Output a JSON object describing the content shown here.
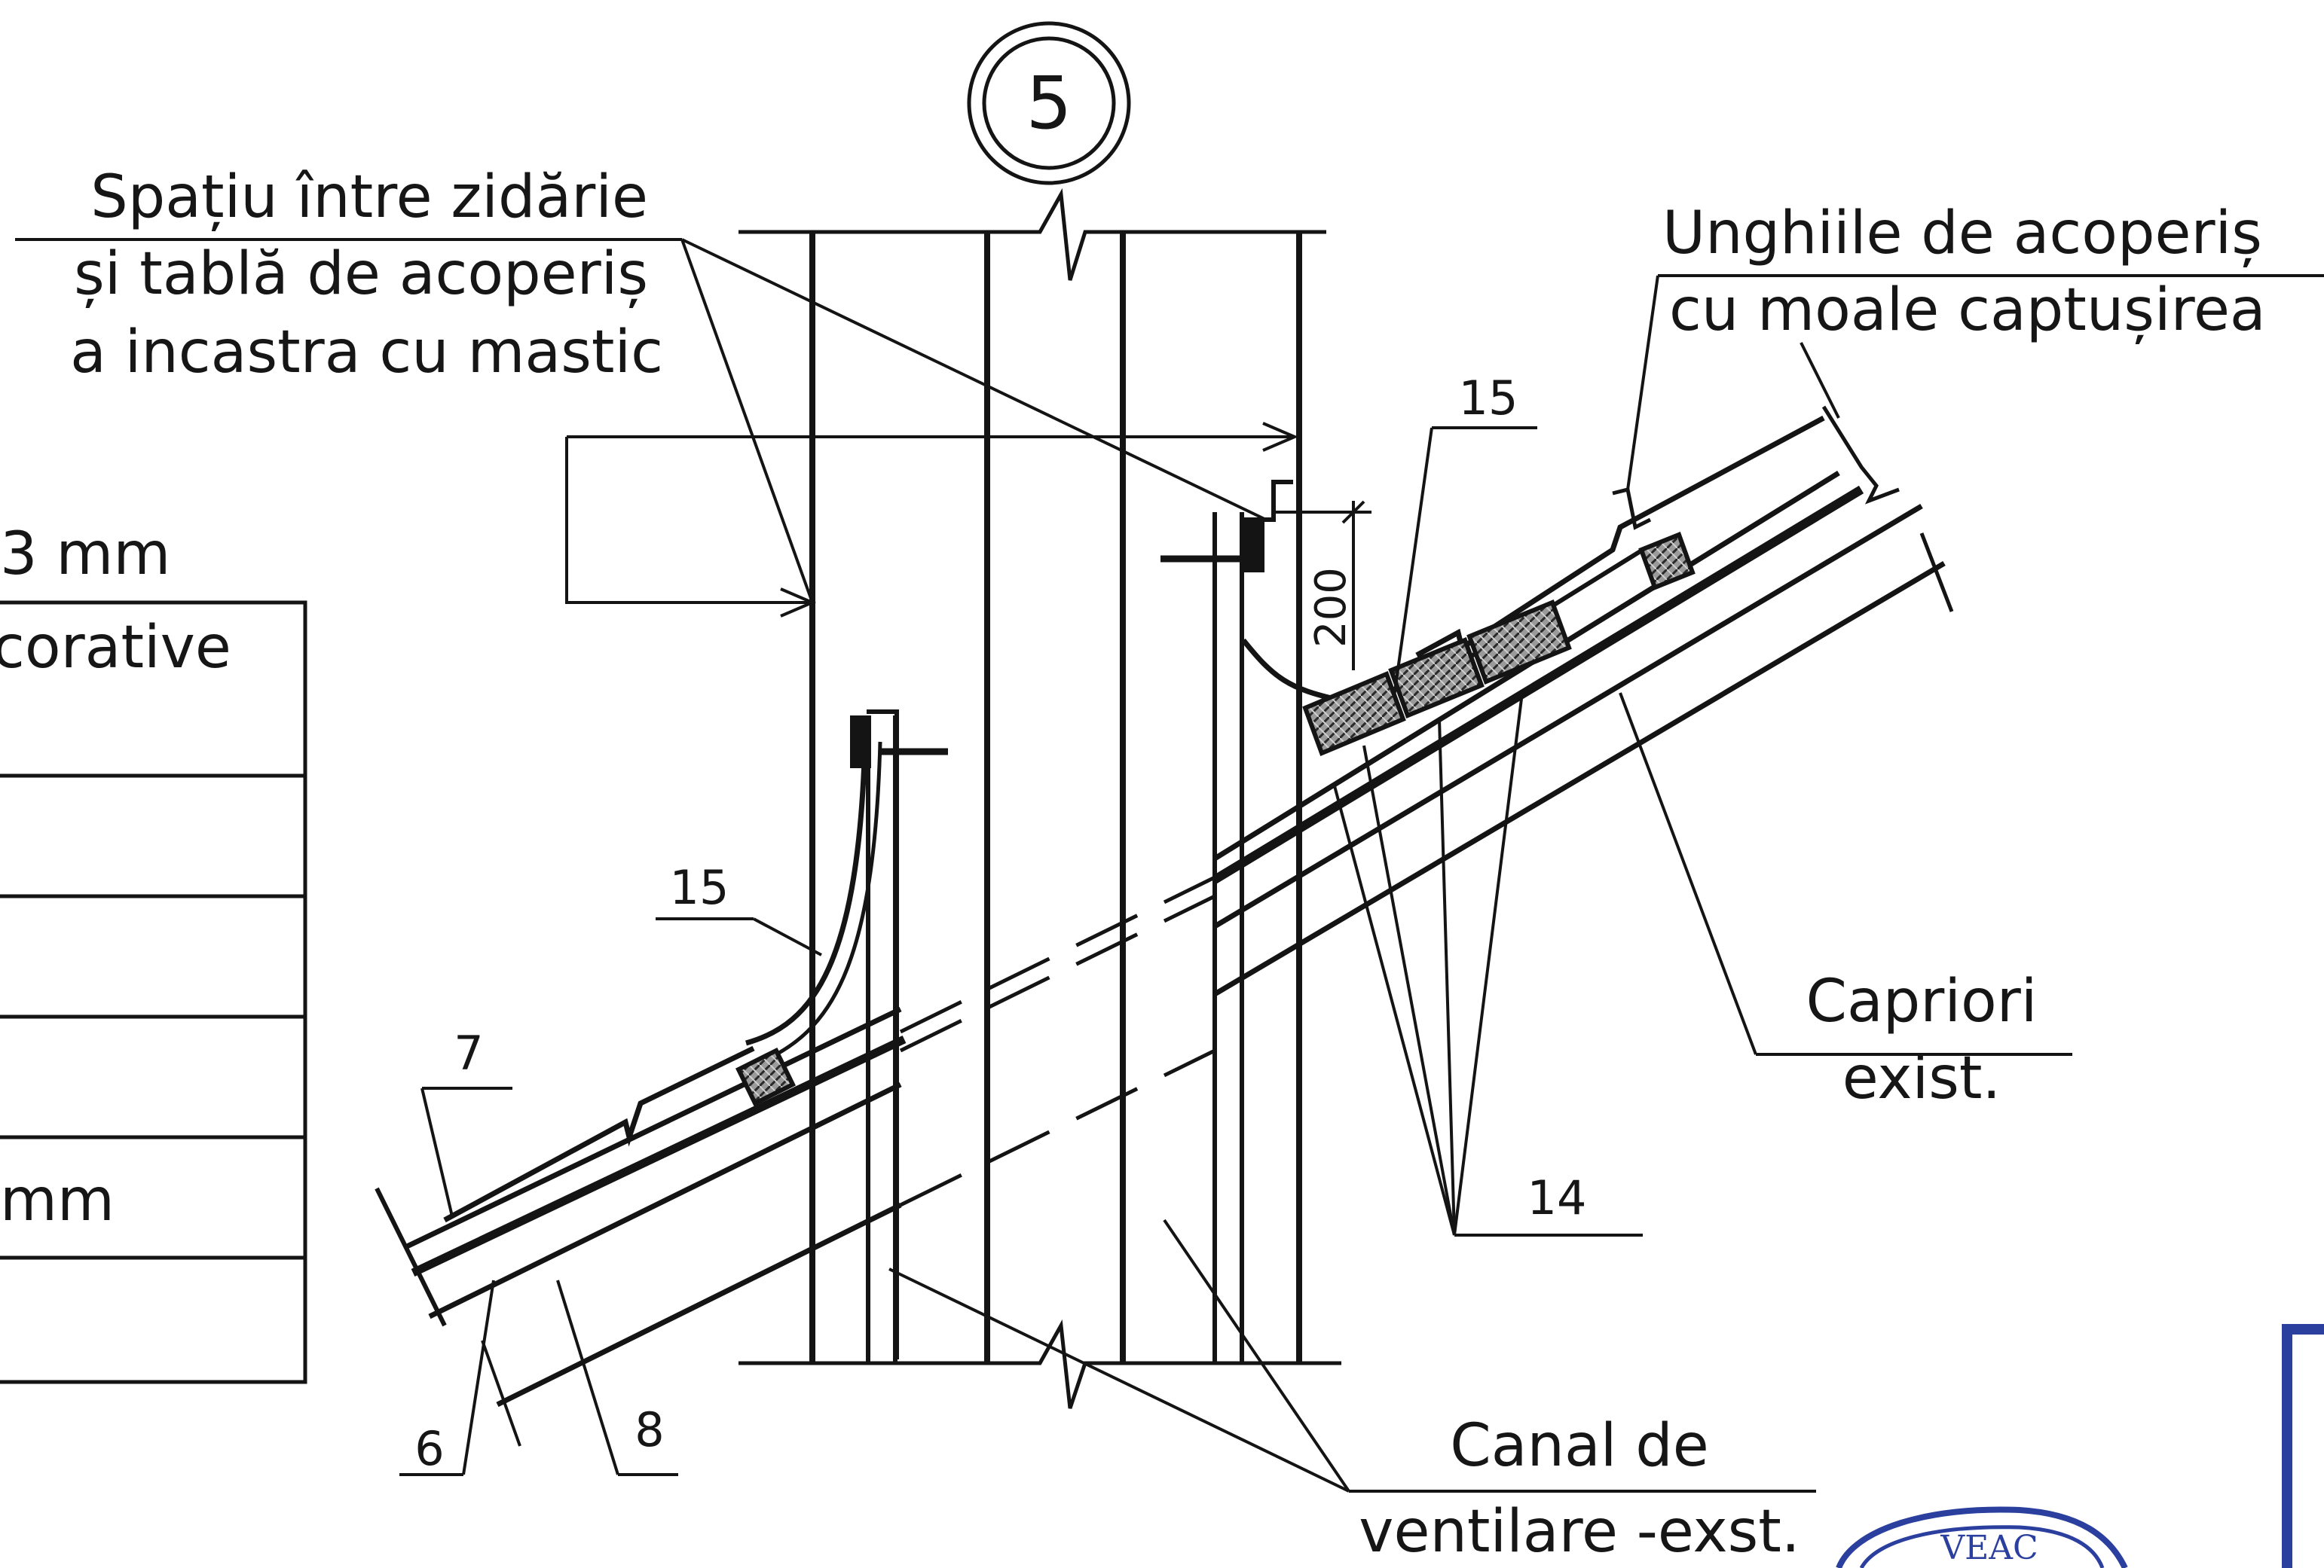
{
  "axis_marker": "5",
  "callouts": {
    "gap_mastic": [
      "Spațiu între zidărie",
      "și tablă de acoperiș",
      "a incastra cu mastic"
    ],
    "roof_corners": [
      "Unghiile de acoperiș",
      "cu moale captușirea"
    ],
    "rafters": [
      "Capriori",
      "exist."
    ],
    "vent_channel": [
      "Canal de",
      "ventilare -exst."
    ]
  },
  "dimension": "200",
  "item_numbers": {
    "left_flashing": "15",
    "right_flashing": "15",
    "n7": "7",
    "n6": "6",
    "n8": "8",
    "n14": "14"
  },
  "legend_table_fragments": {
    "row1": "3 mm",
    "row2": "corative",
    "row3": "mm"
  },
  "stamp_text": "VEAC",
  "colors": {
    "ink": "#141414",
    "insulation_fill": "#8a8a8a",
    "stamp_blue": "#2a3f9e"
  }
}
